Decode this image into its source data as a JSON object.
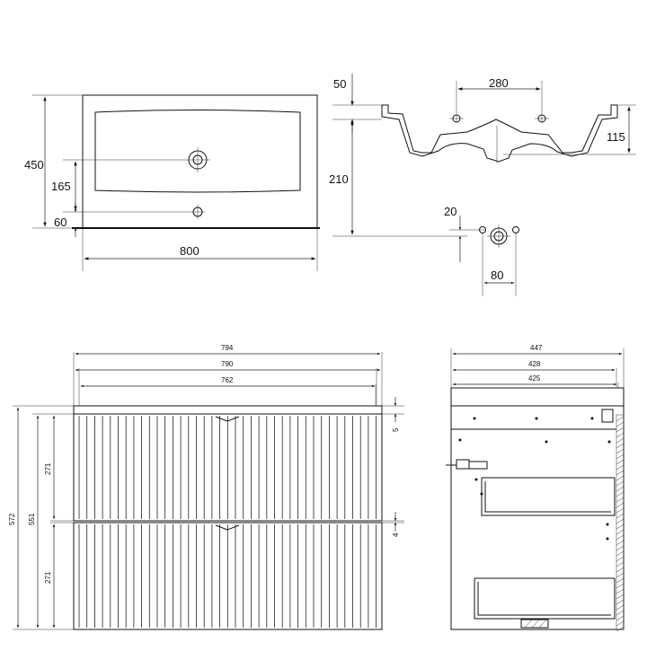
{
  "diagram": {
    "basin_plan": {
      "width_label": "800",
      "depth_label": "450",
      "drain_offset_label": "165",
      "tap_hole_offset_label": "60"
    },
    "basin_section": {
      "rim_height_label": "50",
      "tap_spacing_label": "280",
      "overflow_label": "115",
      "mount_height_label": "210"
    },
    "fixing_detail": {
      "offset_label": "20",
      "spacing_label": "80"
    },
    "cabinet_front": {
      "outer_width_label": "794",
      "body_width_label": "790",
      "inner_width_label": "762",
      "total_height_label": "572",
      "body_height_label": "551",
      "drawer1_height_label": "271",
      "drawer2_height_label": "271",
      "top_gap_label": "5",
      "mid_gap_label": "4"
    },
    "cabinet_side": {
      "outer_depth_label": "447",
      "body_depth_label": "428",
      "inner_depth_label": "425"
    }
  }
}
